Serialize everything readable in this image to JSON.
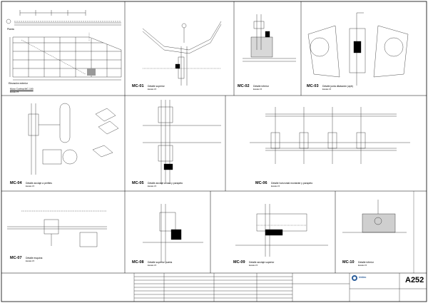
{
  "sheet": {
    "number": "A252",
    "company": "Unitec"
  },
  "panels": [
    {
      "id": "mc00",
      "title": "Planta",
      "title2": "Elevación exterior",
      "code": "Muro Cortina MC-100",
      "scale": "Escala 1:5"
    },
    {
      "id": "mc01",
      "code": "MC-01",
      "title": "Detalle superior",
      "scale": "Escala 1:5"
    },
    {
      "id": "mc02",
      "code": "MC-02",
      "title": "Detalle inferior",
      "scale": "Escala 1:5"
    },
    {
      "id": "mc03",
      "code": "MC-03",
      "title": "Detalle junta dilatación (ayb)",
      "scale": "Escala 1:5"
    },
    {
      "id": "mc04",
      "code": "MC-04",
      "title": "Detalle anclaje a perfiles",
      "scale": "Escala 1:5"
    },
    {
      "id": "mc05",
      "code": "MC-05",
      "title": "Detalle anclaje a losa y parapeto",
      "scale": "Escala 1:5"
    },
    {
      "id": "mc06",
      "code": "MC-06",
      "title": "Detalle horizontal montante y parapeto",
      "scale": "Escala 1:5"
    },
    {
      "id": "mc07",
      "code": "MC-07",
      "title": "Detalle esquina",
      "scale": "Escala 1:5"
    },
    {
      "id": "mc08",
      "code": "MC-08",
      "title": "Detalle superior puerta",
      "scale": "Escala 1:5"
    },
    {
      "id": "mc09",
      "code": "MC-09",
      "title": "Detalle anclaje superior",
      "scale": "Escala 1:5"
    },
    {
      "id": "mc10",
      "code": "MC-10",
      "title": "Detalle inferior",
      "scale": "Escala 1:5"
    }
  ]
}
